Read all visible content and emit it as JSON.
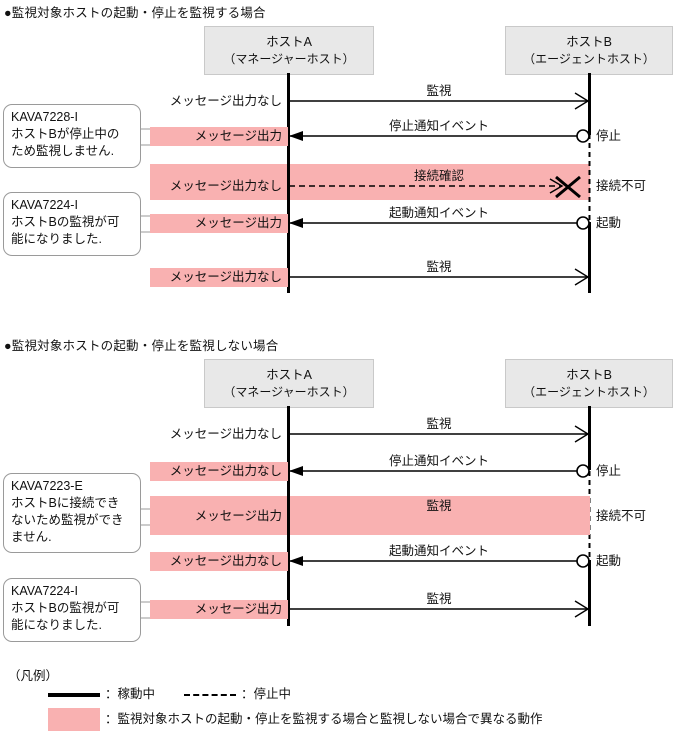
{
  "colors": {
    "highlight_pink": "#f9b1b1",
    "actor_box_fill": "#e8e8e8",
    "line_black": "#000000"
  },
  "sections": [
    {
      "id": "monitor-startstop",
      "title": "●監視対象ホストの起動・停止を監視する場合",
      "actors": {
        "left": {
          "name": "ホストA",
          "role": "（マネージャーホスト）"
        },
        "right": {
          "name": "ホストB",
          "role": "（エージェントホスト）"
        }
      },
      "rows": [
        {
          "left_label": "メッセージ出力なし",
          "left_boxed": false,
          "caption": "監視",
          "direction": "right",
          "style": "solid",
          "banded": false,
          "right_state": "",
          "marker": "none",
          "blocked": false
        },
        {
          "left_label": "メッセージ出力",
          "left_boxed": true,
          "caption": "停止通知イベント",
          "direction": "left",
          "style": "solid",
          "banded": false,
          "right_state": "停止",
          "marker": "circle",
          "blocked": false
        },
        {
          "left_label": "メッセージ出力なし",
          "left_boxed": false,
          "caption": "接続確認",
          "direction": "right",
          "style": "dashed",
          "banded": true,
          "right_state": "接続不可",
          "marker": "none",
          "blocked": true
        },
        {
          "left_label": "メッセージ出力",
          "left_boxed": true,
          "caption": "起動通知イベント",
          "direction": "left",
          "style": "solid",
          "banded": false,
          "right_state": "起動",
          "marker": "circle",
          "blocked": false
        },
        {
          "left_label": "メッセージ出力なし",
          "left_boxed": true,
          "caption": "監視",
          "direction": "right",
          "style": "solid",
          "banded": false,
          "right_state": "",
          "marker": "none",
          "blocked": false
        }
      ],
      "callouts": [
        {
          "code": "KAVA7228-I",
          "lines": [
            "ホストBが停止中の",
            "ため監視しません."
          ]
        },
        {
          "code": "KAVA7224-I",
          "lines": [
            "ホストBの監視が可",
            "能になりました."
          ]
        }
      ]
    },
    {
      "id": "no-monitor-startstop",
      "title": "●監視対象ホストの起動・停止を監視しない場合",
      "actors": {
        "left": {
          "name": "ホストA",
          "role": "（マネージャーホスト）"
        },
        "right": {
          "name": "ホストB",
          "role": "（エージェントホスト）"
        }
      },
      "rows": [
        {
          "left_label": "メッセージ出力なし",
          "left_boxed": false,
          "caption": "監視",
          "direction": "right",
          "style": "solid",
          "banded": false,
          "right_state": "",
          "marker": "none",
          "blocked": false
        },
        {
          "left_label": "メッセージ出力なし",
          "left_boxed": true,
          "caption": "停止通知イベント",
          "direction": "left",
          "style": "solid",
          "banded": false,
          "right_state": "停止",
          "marker": "circle",
          "blocked": false
        },
        {
          "left_label": "メッセージ出力",
          "left_boxed": true,
          "caption": "監視",
          "direction": "right",
          "style": "solid",
          "banded": true,
          "right_state": "接続不可",
          "marker": "none",
          "blocked": true
        },
        {
          "left_label": "メッセージ出力なし",
          "left_boxed": true,
          "caption": "起動通知イベント",
          "direction": "left",
          "style": "solid",
          "banded": false,
          "right_state": "起動",
          "marker": "circle",
          "blocked": false
        },
        {
          "left_label": "メッセージ出力",
          "left_boxed": true,
          "caption": "監視",
          "direction": "right",
          "style": "solid",
          "banded": false,
          "right_state": "",
          "marker": "none",
          "blocked": false
        }
      ],
      "callouts": [
        {
          "code": "KAVA7223-E",
          "lines": [
            "ホストBに接続でき",
            "ないため監視ができ",
            "ません."
          ]
        },
        {
          "code": "KAVA7224-I",
          "lines": [
            "ホストBの監視が可",
            "能になりました."
          ]
        }
      ]
    }
  ],
  "legend": {
    "title": "（凡例）",
    "items": [
      {
        "swatch": "solid-line",
        "label": "：稼動中"
      },
      {
        "swatch": "dashed-line",
        "label": "：停止中"
      },
      {
        "swatch": "pink-box",
        "label": "：監視対象ホストの起動・停止を監視する場合と監視しない場合で異なる動作"
      }
    ]
  }
}
